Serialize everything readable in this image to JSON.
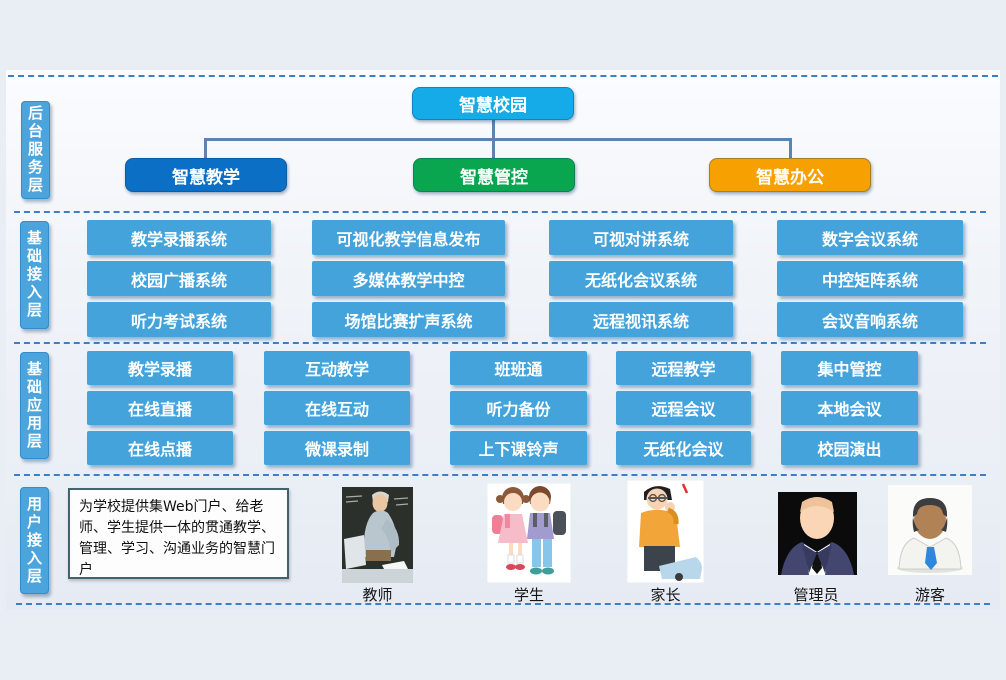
{
  "layers": [
    {
      "name": "后台服务层"
    },
    {
      "name": "基础接入层"
    },
    {
      "name": "基础应用层"
    },
    {
      "name": "用户接入层"
    }
  ],
  "tree": {
    "root": "智慧校园",
    "children": [
      "智慧教学",
      "智慧管控",
      "智慧办公"
    ]
  },
  "access_systems": [
    [
      "教学录播系统",
      "校园广播系统",
      "听力考试系统"
    ],
    [
      "可视化教学信息发布",
      "多媒体教学中控",
      "场馆比赛扩声系统"
    ],
    [
      "可视对讲系统",
      "无纸化会议系统",
      "远程视讯系统"
    ],
    [
      "数字会议系统",
      "中控矩阵系统",
      "会议音响系统"
    ]
  ],
  "applications": [
    [
      "教学录播",
      "在线直播",
      "在线点播"
    ],
    [
      "互动教学",
      "在线互动",
      "微课录制"
    ],
    [
      "班班通",
      "听力备份",
      "上下课铃声"
    ],
    [
      "远程教学",
      "远程会议",
      "无纸化会议"
    ],
    [
      "集中管控",
      "本地会议",
      "校园演出"
    ]
  ],
  "user_layer": {
    "portal_description": "为学校提供集Web门户、给老师、学生提供一体的贯通教学、管理、学习、沟通业务的智慧门户",
    "users": [
      "教师",
      "学生",
      "家长",
      "管理员",
      "游客"
    ],
    "user_icons": [
      "teacher-figure",
      "students-figure",
      "parent-figure",
      "admin-figure",
      "visitor-figure"
    ]
  },
  "colors": {
    "root_node": "#14abe8",
    "teaching_node": "#0c6fc6",
    "control_node": "#0aa64f",
    "office_node": "#f6a101",
    "system_box": "#45a3db",
    "layer_pill": "#4ba4db",
    "connector": "#5d83b0",
    "dashed_line": "#3e7ec6"
  }
}
